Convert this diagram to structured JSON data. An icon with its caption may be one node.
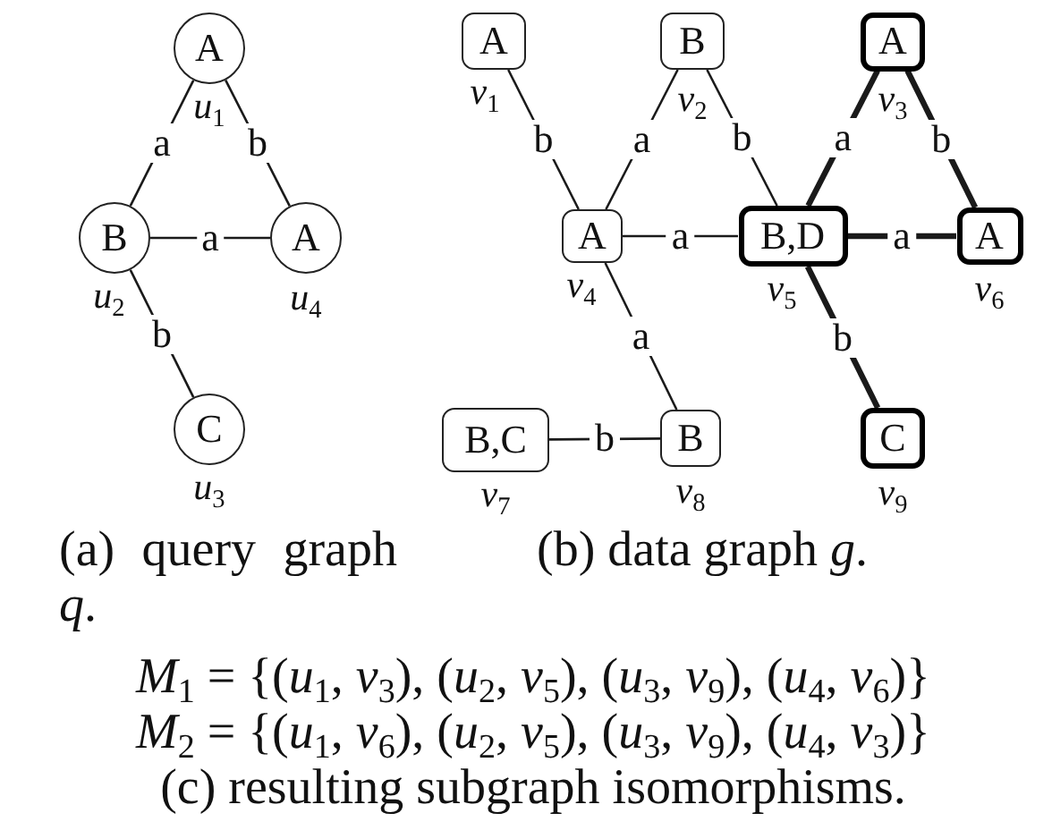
{
  "diagram": {
    "nodes": [
      {
        "text": [
          "A"
        ],
        "beside": [
          "*u*$_{1}$"
        ]
      },
      {
        "text": [
          "B"
        ],
        "beside": [
          "*u*$_{2}$"
        ]
      },
      {
        "text": [
          "A"
        ],
        "beside": [
          "*u*$_{4}$"
        ]
      },
      {
        "text": [
          "C"
        ],
        "beside": [
          "*u*$_{3}$"
        ]
      },
      {
        "text": [
          "A"
        ],
        "beside": [
          "*v*$_{1}$"
        ]
      },
      {
        "text": [
          "B"
        ],
        "beside": [
          "*v*$_{2}$"
        ]
      },
      {
        "text": [
          "A"
        ],
        "beside": [
          "*v*$_{3}$"
        ]
      },
      {
        "text": [
          "A"
        ],
        "beside": [
          "*v*$_{4}$"
        ]
      },
      {
        "text": [
          "B,D"
        ],
        "beside": [
          "*v*$_{5}$"
        ]
      },
      {
        "text": [
          "A"
        ],
        "beside": [
          "*v*$_{6}$"
        ]
      },
      {
        "text": [
          "B,C"
        ],
        "beside": [
          "*v*$_{7}$"
        ]
      },
      {
        "text": [
          "B"
        ],
        "beside": [
          "*v*$_{8}$"
        ]
      },
      {
        "text": [
          "C"
        ],
        "beside": [
          "*v*$_{9}$"
        ]
      }
    ],
    "edges": [
      {
        "from": 0,
        "to": 1,
        "arrow": "none",
        "label": "a"
      },
      {
        "from": 0,
        "to": 2,
        "arrow": "none",
        "label": "b"
      },
      {
        "from": 1,
        "to": 2,
        "arrow": "none",
        "label": "a"
      },
      {
        "from": 1,
        "to": 3,
        "arrow": "none",
        "label": "b"
      },
      {
        "from": 4,
        "to": 7,
        "arrow": "none",
        "label": "b"
      },
      {
        "from": 5,
        "to": 7,
        "arrow": "none",
        "label": "a"
      },
      {
        "from": 5,
        "to": 8,
        "arrow": "none",
        "label": "b"
      },
      {
        "from": 6,
        "to": 8,
        "arrow": "none",
        "label": "a",
        "style": "thick"
      },
      {
        "from": 6,
        "to": 9,
        "arrow": "none",
        "label": "b",
        "style": "thick"
      },
      {
        "from": 7,
        "to": 8,
        "arrow": "none",
        "label": "a"
      },
      {
        "from": 8,
        "to": 9,
        "arrow": "none",
        "label": "a",
        "style": "thick"
      },
      {
        "from": 7,
        "to": 11,
        "arrow": "none",
        "label": "a"
      },
      {
        "from": 8,
        "to": 12,
        "arrow": "none",
        "label": "b",
        "style": "thick"
      },
      {
        "from": 10,
        "to": 11,
        "arrow": "none",
        "label": "b"
      }
    ],
    "labels": [
      "(a) query graph *q*.",
      "(b) data graph *g*.",
      "*M*$_{1}$ = {(*u*$_{1}$, *v*$_{3}$), (*u*$_{2}$, *v*$_{5}$), (*u*$_{3}$, *v*$_{9}$), (*u*$_{4}$, *v*$_{6}$)}",
      "*M*$_{2}$ = {(*u*$_{1}$, *v*$_{6}$), (*u*$_{2}$, *v*$_{5}$), (*u*$_{3}$, *v*$_{9}$), (*u*$_{4}$, *v*$_{3}$)}"
    ],
    "caption": "(c) resulting subgraph isomorphisms."
  }
}
